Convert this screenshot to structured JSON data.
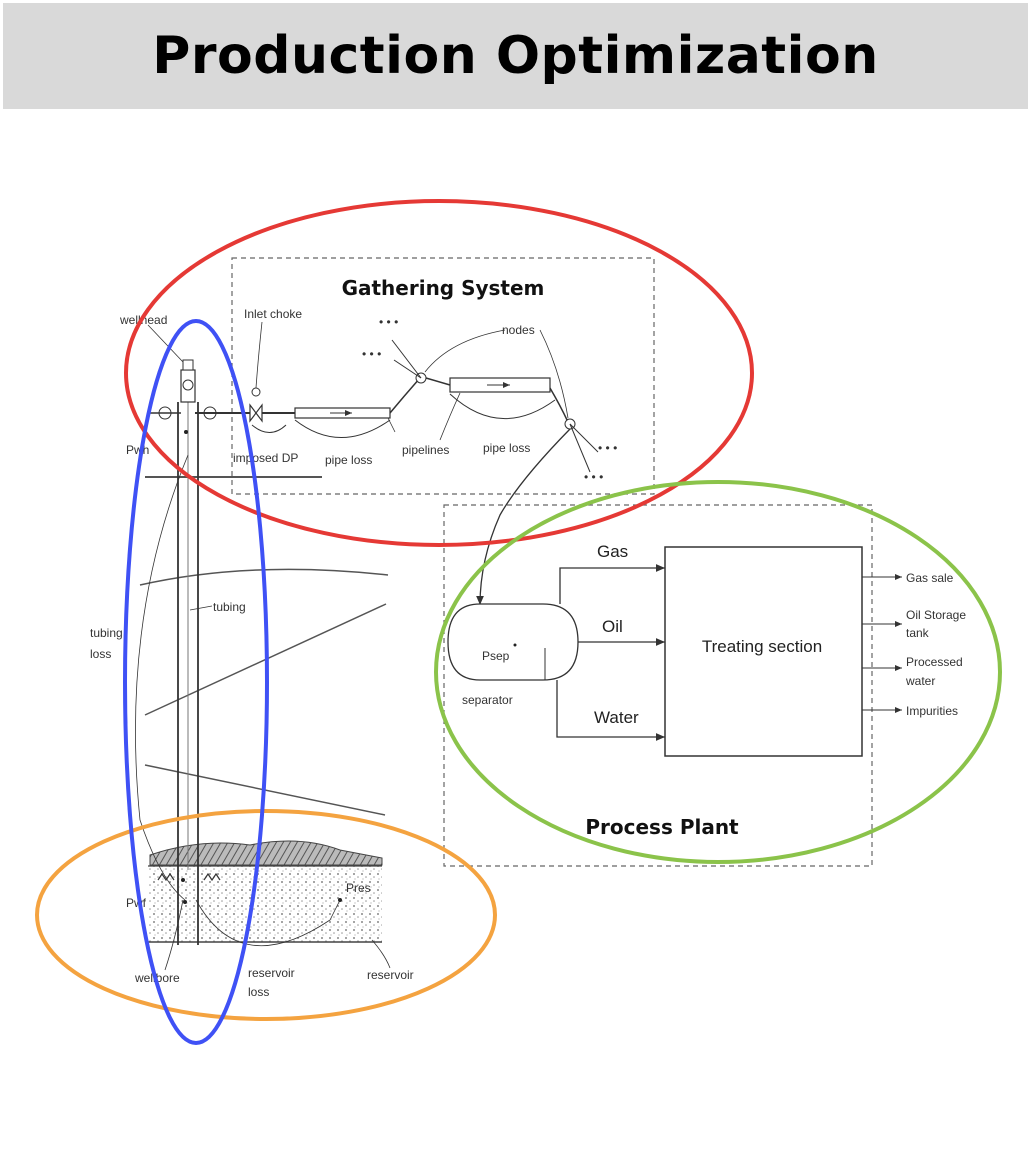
{
  "title": "Production Optimization",
  "colors": {
    "title_bg": "#d9d9d9",
    "gathering_ellipse": "#e53935",
    "wellbore_ellipse": "#3f51f5",
    "process_ellipse": "#8bc34a",
    "reservoir_ellipse": "#f4a340"
  },
  "labels": {
    "gathering_system": "Gathering System",
    "process_plant": "Process Plant",
    "wellhead": "wellhead",
    "inlet_choke": "Inlet choke",
    "nodes": "nodes",
    "pwh": "Pwh",
    "imposed_dp": "imposed DP",
    "pipe_loss_1": "pipe loss",
    "pipelines": "pipelines",
    "pipe_loss_2": "pipe loss",
    "dots": "• • •",
    "tubing": "tubing",
    "tubing_loss_1": "tubing",
    "tubing_loss_2": "loss",
    "gas": "Gas",
    "oil": "Oil",
    "water": "Water",
    "psep": "Psep",
    "separator": "separator",
    "treating_section": "Treating section",
    "gas_sale": "Gas sale",
    "oil_storage_1": "Oil Storage",
    "oil_storage_2": "tank",
    "processed_water_1": "Processed",
    "processed_water_2": "water",
    "impurities": "Impurities",
    "pwf": "Pwf",
    "pres": "Pres",
    "wellbore": "wellbore",
    "reservoir_loss_1": "reservoir",
    "reservoir_loss_2": "loss",
    "reservoir": "reservoir"
  }
}
